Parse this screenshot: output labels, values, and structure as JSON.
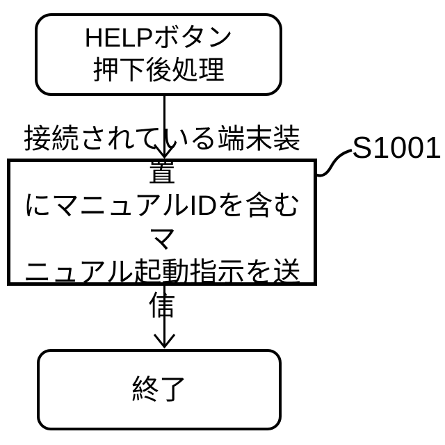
{
  "flowchart": {
    "colors": {
      "background": "#ffffff",
      "line": "#000000",
      "text": "#000000"
    },
    "start_node": {
      "label": "HELPボタン\n押下後処理"
    },
    "process_node": {
      "label": "接続されている端末装置\nにマニュアルIDを含むマ\nニュアル起動指示を送信",
      "step_id": "S1001"
    },
    "end_node": {
      "label": "終了"
    }
  }
}
